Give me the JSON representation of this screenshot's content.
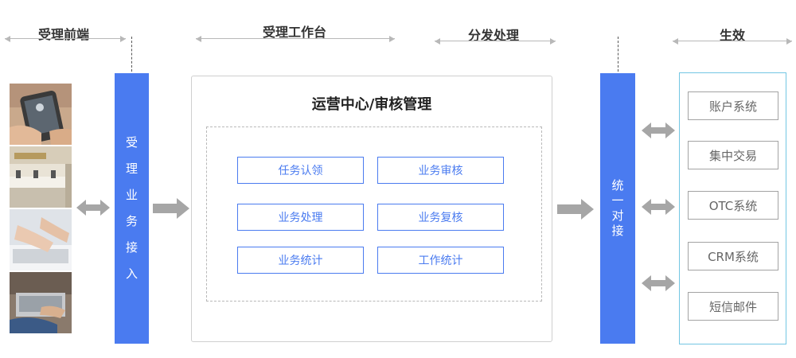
{
  "headers": {
    "frontend": "受理前端",
    "workbench": "受理工作台",
    "dispatch": "分发处理",
    "effect": "生效"
  },
  "access_bar": [
    "受",
    "理",
    "业",
    "务",
    "接",
    "入"
  ],
  "main": {
    "title": "运营中心/审核管理",
    "modules": [
      "任务认领",
      "业务审核",
      "业务处理",
      "业务复核",
      "业务统计",
      "工作统计"
    ]
  },
  "connector_bar": [
    "统",
    "一",
    "对",
    "接"
  ],
  "systems": [
    "账户系统",
    "集中交易",
    "OTC系统",
    "CRM系统",
    "短信邮件"
  ],
  "colors": {
    "accent_blue": "#4a7bf0",
    "arrow_gray": "#a6a6a6",
    "system_border": "#73c6e3"
  },
  "photos": [
    "phone-photo",
    "bank-counter-photo",
    "keyboard-typing-photo",
    "laptop-photo"
  ]
}
